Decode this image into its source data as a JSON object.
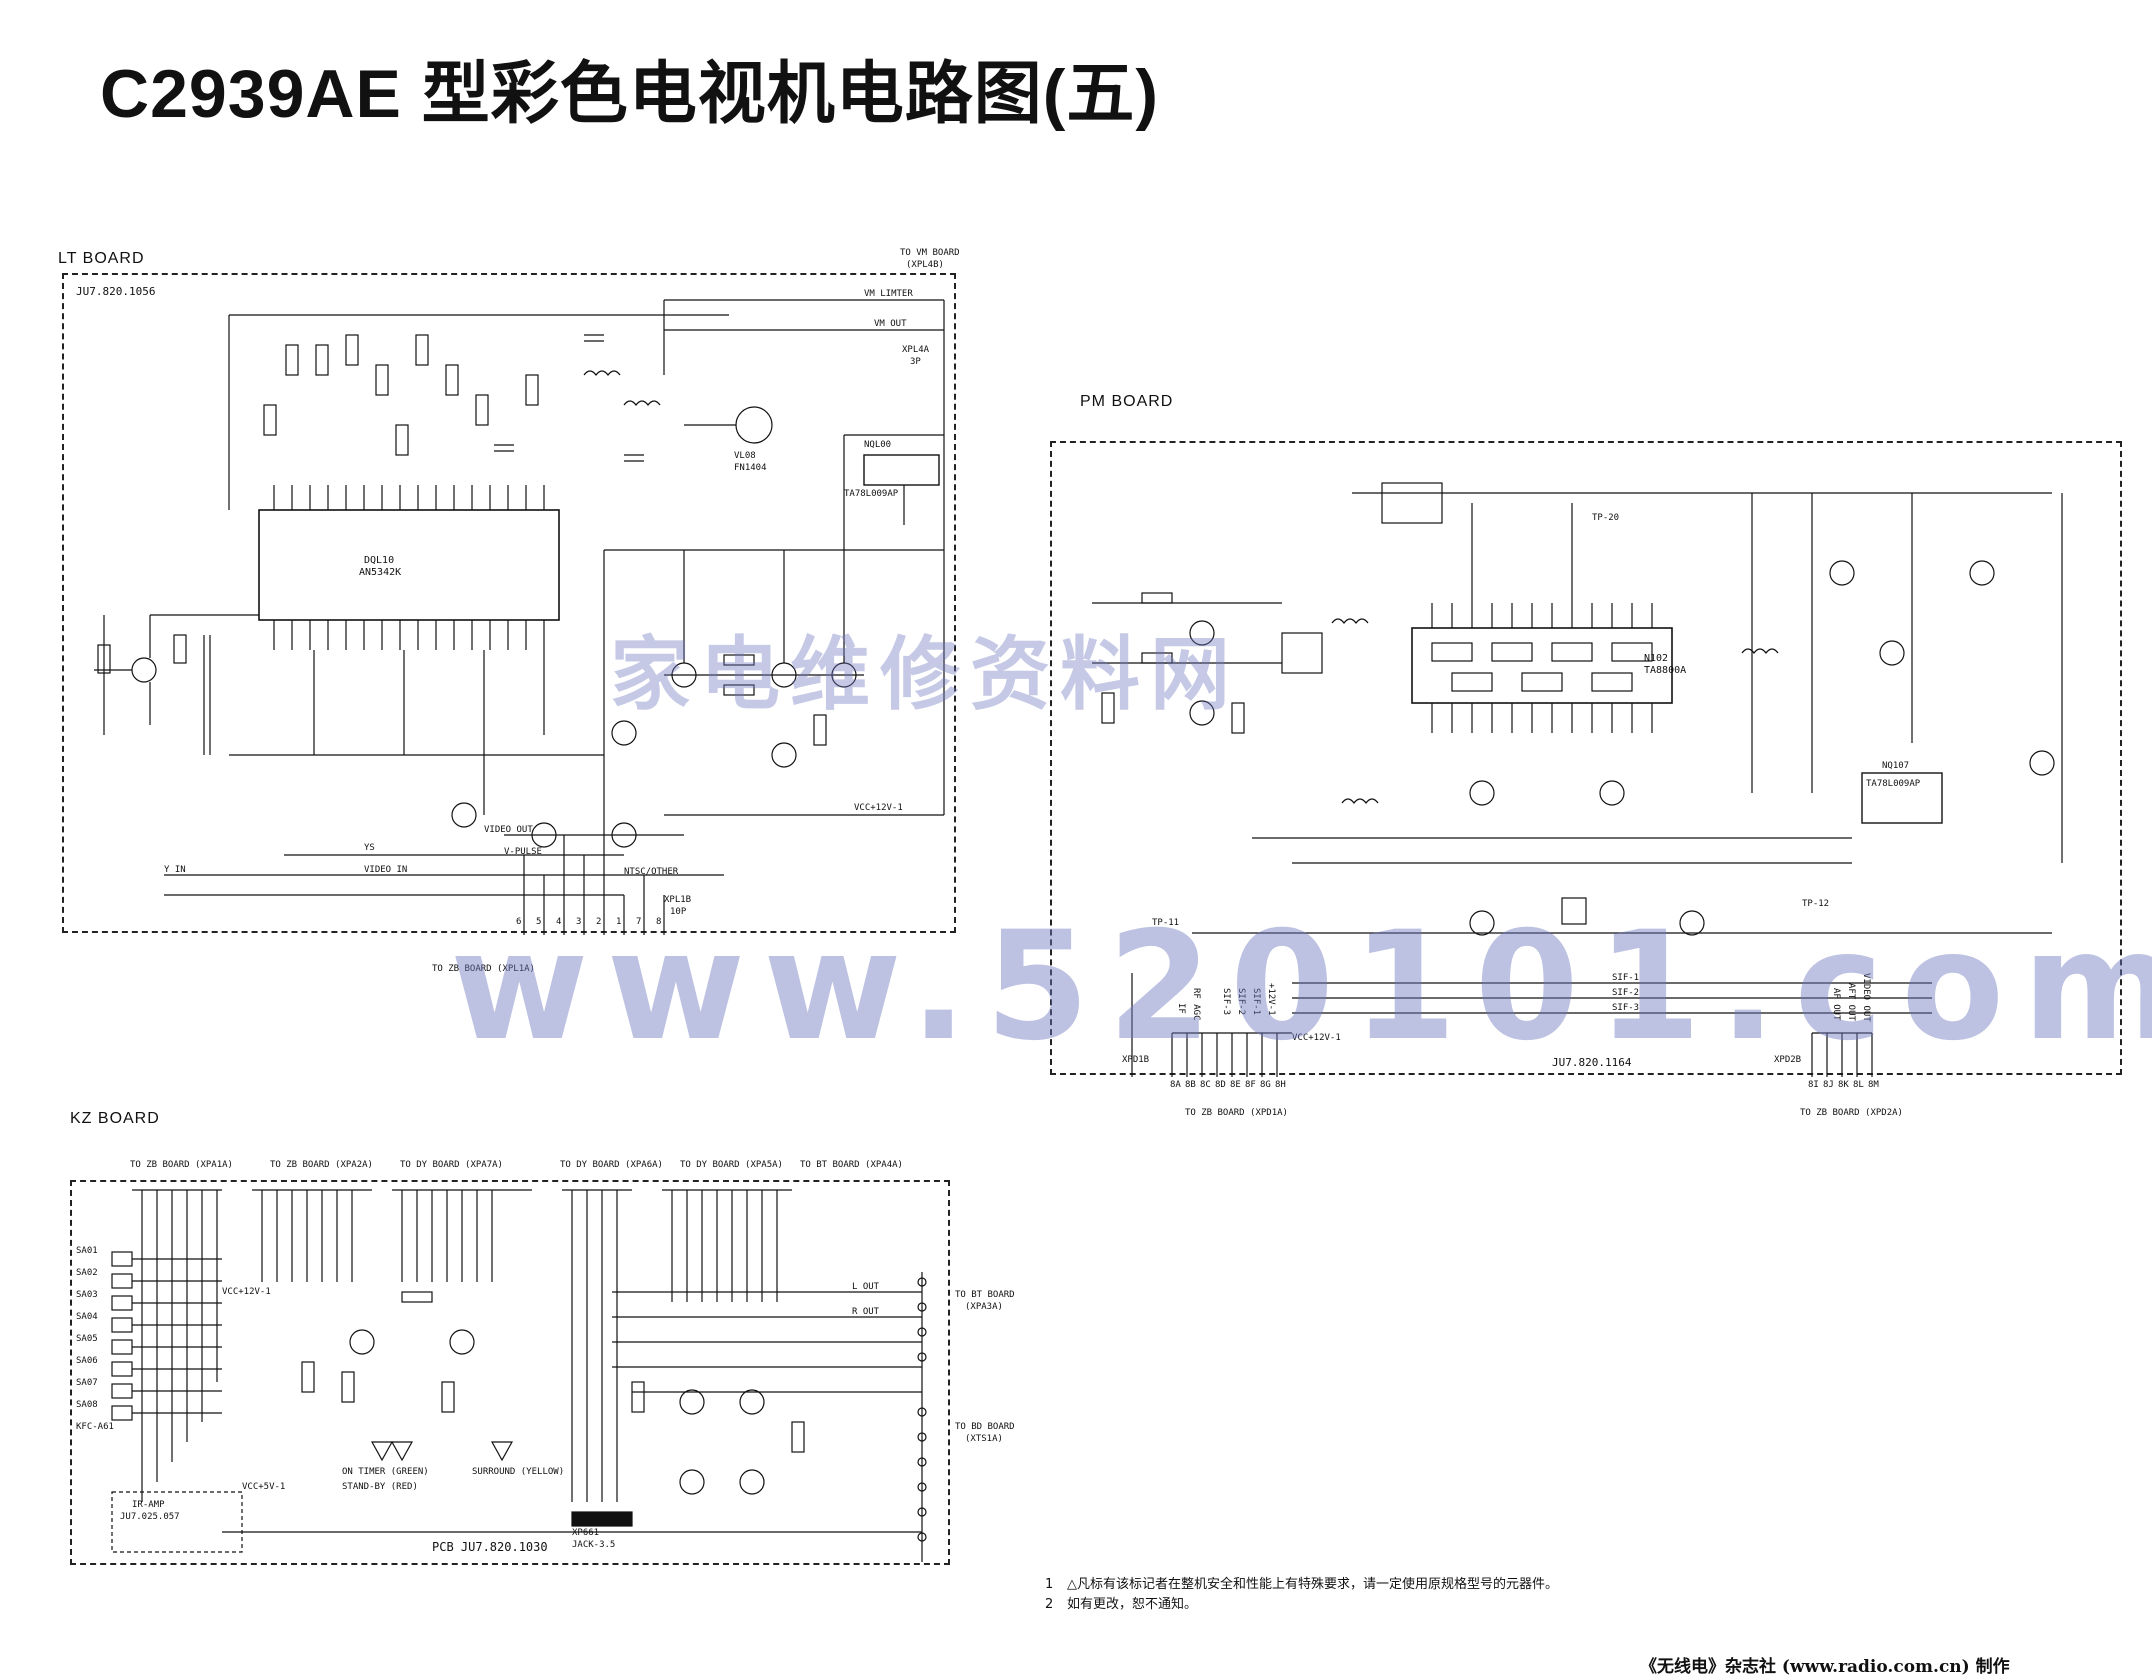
{
  "title": "C2939AE 型彩色电视机电路图(五)",
  "boards": {
    "lt": {
      "label": "LT BOARD",
      "pcb": "JU7.820.1056",
      "chip": "DQL10",
      "chip_part": "AN5342K",
      "connector": "XPL1B",
      "connector_pins": "10P",
      "to_label": "TO ZB BOARD (XPL1A)",
      "vm_label": "TO VM BOARD",
      "vm_conn": "(XPL4B)",
      "vm_limiter": "VM LIMTER",
      "vm_out": "VM OUT",
      "xpl4a": "XPL4A",
      "xpl4a_pins": "3P",
      "signals": [
        "YS",
        "VIDEO IN",
        "Y IN",
        "VIDEO OUT",
        "V-PULSE",
        "NTSC/OTHER"
      ],
      "vcc": "VCC+12V-1",
      "regulator": "NQL00",
      "regulator_part": "TA78L009AP",
      "transistor": "VL08",
      "transistor_part": "FN1404"
    },
    "pm": {
      "label": "PM BOARD",
      "pcb": "JU7.820.1164",
      "ic": "N102",
      "ic_part": "TA8800A",
      "regulator": "NQ107",
      "regulator_part": "TA78L009AP",
      "connector_left": "XPD1B",
      "connector_right": "XPD2B",
      "to_left": "TO ZB BOARD (XPD1A)",
      "to_right": "TO ZB BOARD (XPD2A)",
      "vcc": "VCC+12V-1",
      "tp_labels": [
        "TP-20",
        "TP-11",
        "TP-12"
      ],
      "sif": [
        "SIF-1",
        "SIF-2",
        "SIF-3"
      ],
      "pin_labels_left": [
        "IF",
        "RF AGC",
        "SIF-3",
        "SIF-2",
        "SIF-1",
        "+12V-1"
      ],
      "pin_labels_right": [
        "AF OUT",
        "AFT OUT",
        "VIDEO OUT"
      ]
    },
    "kz": {
      "label": "KZ BOARD",
      "pcb": "PCB  JU7.820.1030",
      "to_zb_1": "TO ZB BOARD (XPA1A)",
      "to_zb_2": "TO ZB BOARD (XPA2A)",
      "to_dy_1": "TO DY BOARD (XPA7A)",
      "to_dy_2": "TO DY BOARD (XPA6A)",
      "to_dy_3": "TO DY BOARD (XPA5A)",
      "to_bt_1": "TO BT BOARD (XPA4A)",
      "to_bt_2": "TO BT BOARD",
      "to_bt_2_conn": "(XPA3A)",
      "to_bd": "TO BD BOARD",
      "to_bd_conn": "(XTS1A)",
      "switches": [
        "SA01",
        "SA02",
        "SA03",
        "SA04",
        "SA05",
        "SA06",
        "SA07",
        "SA08"
      ],
      "switch_part": "KFC-A61",
      "ir": "IR-AMP",
      "ir_pcb": "JU7.025.057",
      "leds": [
        "ON TIMER (GREEN)",
        "STAND-BY (RED)",
        "SURROUND (YELLOW)"
      ],
      "jack": "XP661",
      "jack_part": "JACK-3.5",
      "vcc": "VCC+12V-1",
      "vcc5": "VCC+5V-1",
      "outputs": [
        "L OUT",
        "R OUT"
      ]
    }
  },
  "watermark": "www.520101.com",
  "watermark_cn": "家电维修资料网",
  "notes": [
    {
      "num": "1",
      "text": "△凡标有该标记者在整机安全和性能上有特殊要求，请一定使用原规格型号的元器件。"
    },
    {
      "num": "2",
      "text": "如有更改，恕不通知。"
    }
  ],
  "footer": "《无线电》杂志社 (www.radio.com.cn) 制作",
  "lt_pin_numbers": [
    "6",
    "5",
    "4",
    "3",
    "2",
    "1",
    "7",
    "8"
  ],
  "pm_conn_left_pins": [
    "8A",
    "8B",
    "8C",
    "8D",
    "8E",
    "8F",
    "8G",
    "8H"
  ],
  "pm_conn_right_pins": [
    "8I",
    "8J",
    "8K",
    "8L",
    "8M"
  ]
}
